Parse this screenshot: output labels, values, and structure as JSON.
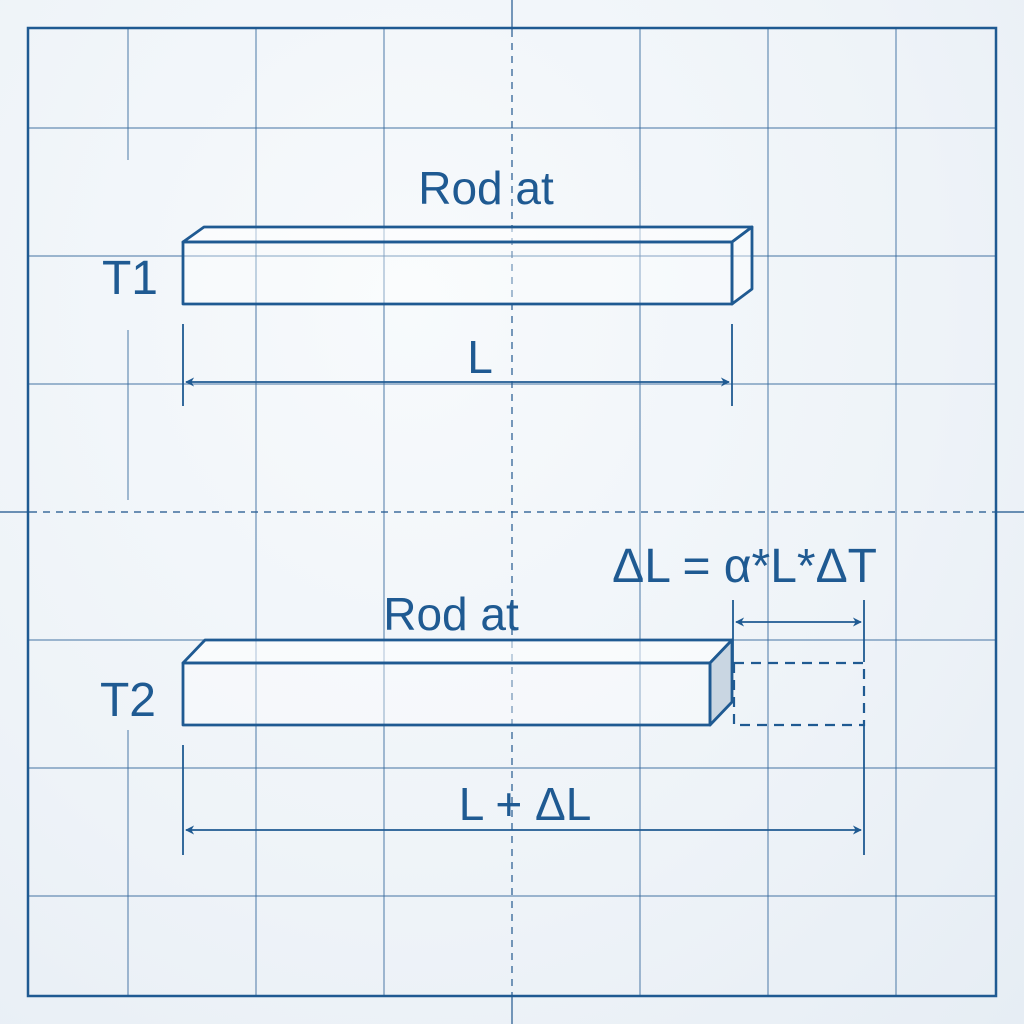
{
  "rod_t1": {
    "caption": "Rod at",
    "temperature_label": "T1",
    "length_label": "L"
  },
  "rod_t2": {
    "caption": "Rod at",
    "temperature_label": "T2",
    "length_label": "L + ΔL",
    "expansion_label": "ΔL = α*L*ΔT"
  },
  "colors": {
    "ink": "#1f5a92",
    "background": "#eef3f8",
    "shaded_end": "#c9d6e2"
  }
}
